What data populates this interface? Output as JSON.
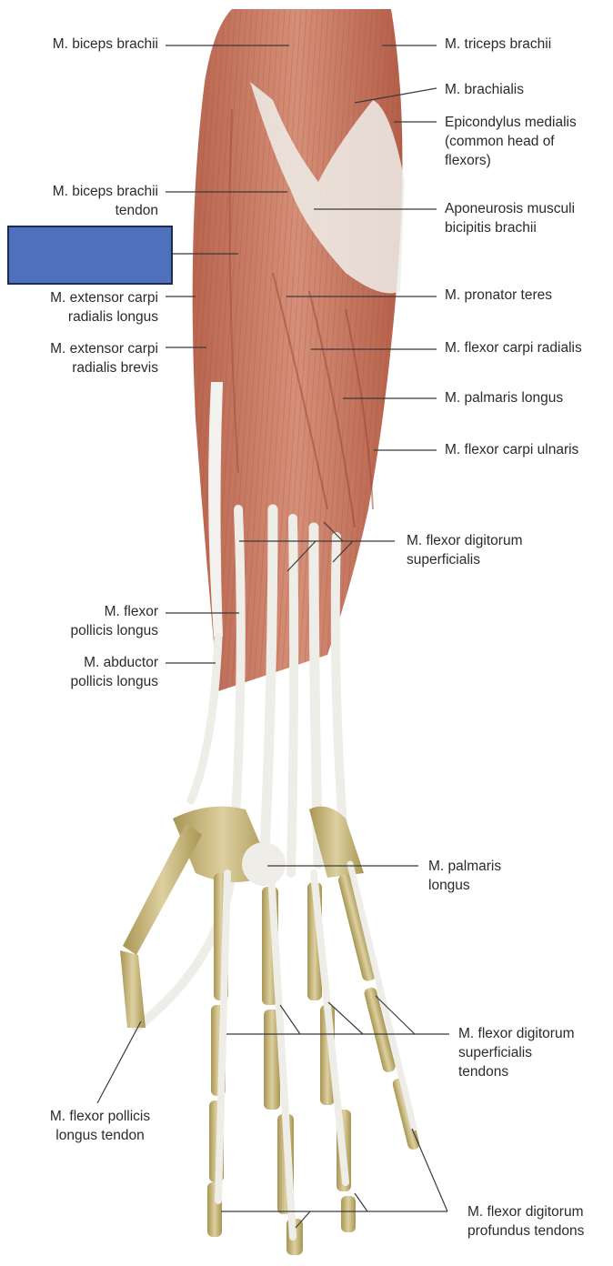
{
  "figure": {
    "subject": "Anterior forearm and hand muscles (palmar view)",
    "mask_color": "#4f70bd",
    "mask_border_color": "#1c2b52",
    "colors": {
      "muscle": "#c97a64",
      "muscle_dark": "#a8533f",
      "tendon": "#ecebe6",
      "bone": "#c9b77c",
      "bone_dark": "#9c8a4c",
      "leader_line": "#3a3a3a",
      "text": "#2b2b2b"
    }
  },
  "labels_left": [
    {
      "id": "biceps-brachii",
      "text": "M. biceps brachii"
    },
    {
      "id": "biceps-brachii-tendon",
      "text": "M. biceps brachii\ntendon"
    },
    {
      "id": "hidden-label",
      "text": ""
    },
    {
      "id": "extensor-carpi-radialis-longus",
      "text": "M. extensor carpi\nradialis longus"
    },
    {
      "id": "extensor-carpi-radialis-brevis",
      "text": "M. extensor carpi\nradialis brevis"
    },
    {
      "id": "flexor-pollicis-longus",
      "text": "M. flexor\npollicis longus"
    },
    {
      "id": "abductor-pollicis-longus",
      "text": "M. abductor\npollicis longus"
    },
    {
      "id": "flexor-pollicis-longus-tendon",
      "text": "M. flexor pollicis\nlongus tendon"
    }
  ],
  "labels_right": [
    {
      "id": "triceps-brachii",
      "text": "M. triceps brachii"
    },
    {
      "id": "brachialis",
      "text": "M. brachialis"
    },
    {
      "id": "epicondylus-medialis",
      "text": "Epicondylus medialis\n(common head of\nflexors)"
    },
    {
      "id": "aponeurosis",
      "text": "Aponeurosis musculi\nbicipitis brachii"
    },
    {
      "id": "pronator-teres",
      "text": "M. pronator teres"
    },
    {
      "id": "flexor-carpi-radialis",
      "text": "M. flexor carpi radialis"
    },
    {
      "id": "palmaris-longus",
      "text": "M. palmaris longus"
    },
    {
      "id": "flexor-carpi-ulnaris",
      "text": "M. flexor carpi ulnaris"
    },
    {
      "id": "flexor-digitorum-superficialis",
      "text": "M. flexor digitorum\nsuperficialis"
    },
    {
      "id": "palmaris-longus-hand",
      "text": "M. palmaris\nlongus"
    },
    {
      "id": "fds-tendons",
      "text": "M. flexor digitorum\nsuperficialis\ntendons"
    },
    {
      "id": "fdp-tendons",
      "text": "M. flexor digitorum\nprofundus tendons"
    }
  ]
}
